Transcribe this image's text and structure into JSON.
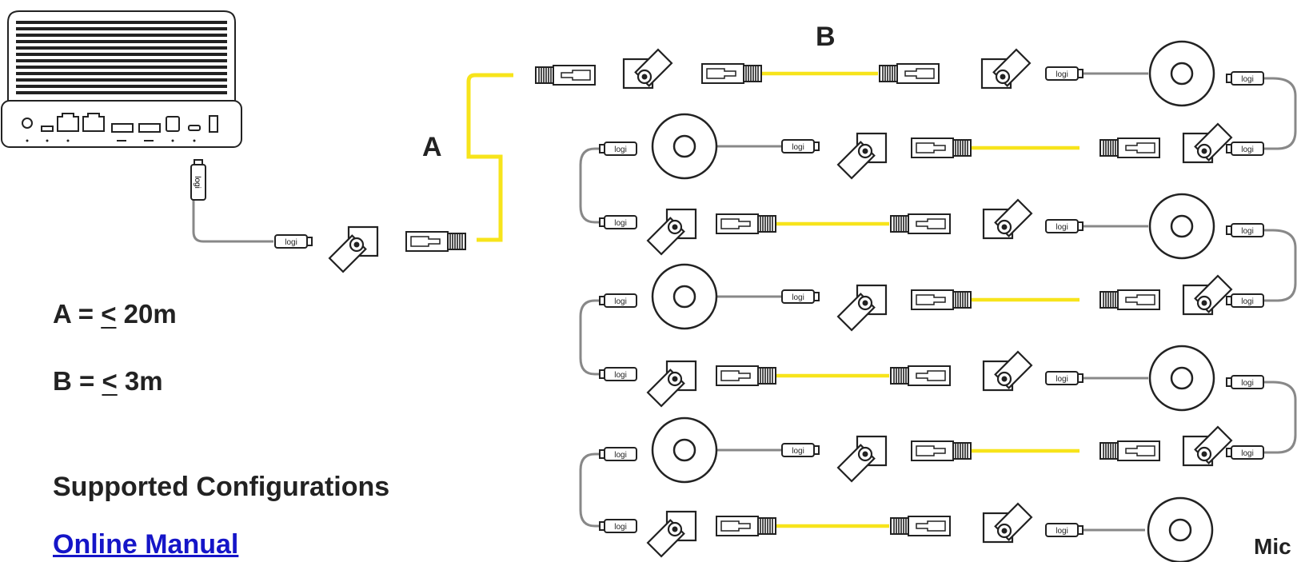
{
  "labels": {
    "a": "A",
    "b": "B",
    "mic": "Mic"
  },
  "legend": {
    "a_prefix": "A = ",
    "a_le": "<",
    "a_value": " 20m",
    "b_prefix": "B = ",
    "b_le": "<",
    "b_value": " 3m"
  },
  "supported_configurations": "Supported Configurations",
  "online_manual": "Online Manual",
  "logo_text": "logi",
  "colors": {
    "cat_cable": "#f7e41b",
    "usb_cable": "#888888",
    "outline": "#222222",
    "link": "#1515c8"
  },
  "icons": {
    "hub": "compute-hub-icon",
    "mic": "microphone-pod-icon",
    "joiner": "cable-joiner-icon",
    "rj45": "rj45-plug-icon",
    "usbc": "usb-c-plug-icon"
  }
}
